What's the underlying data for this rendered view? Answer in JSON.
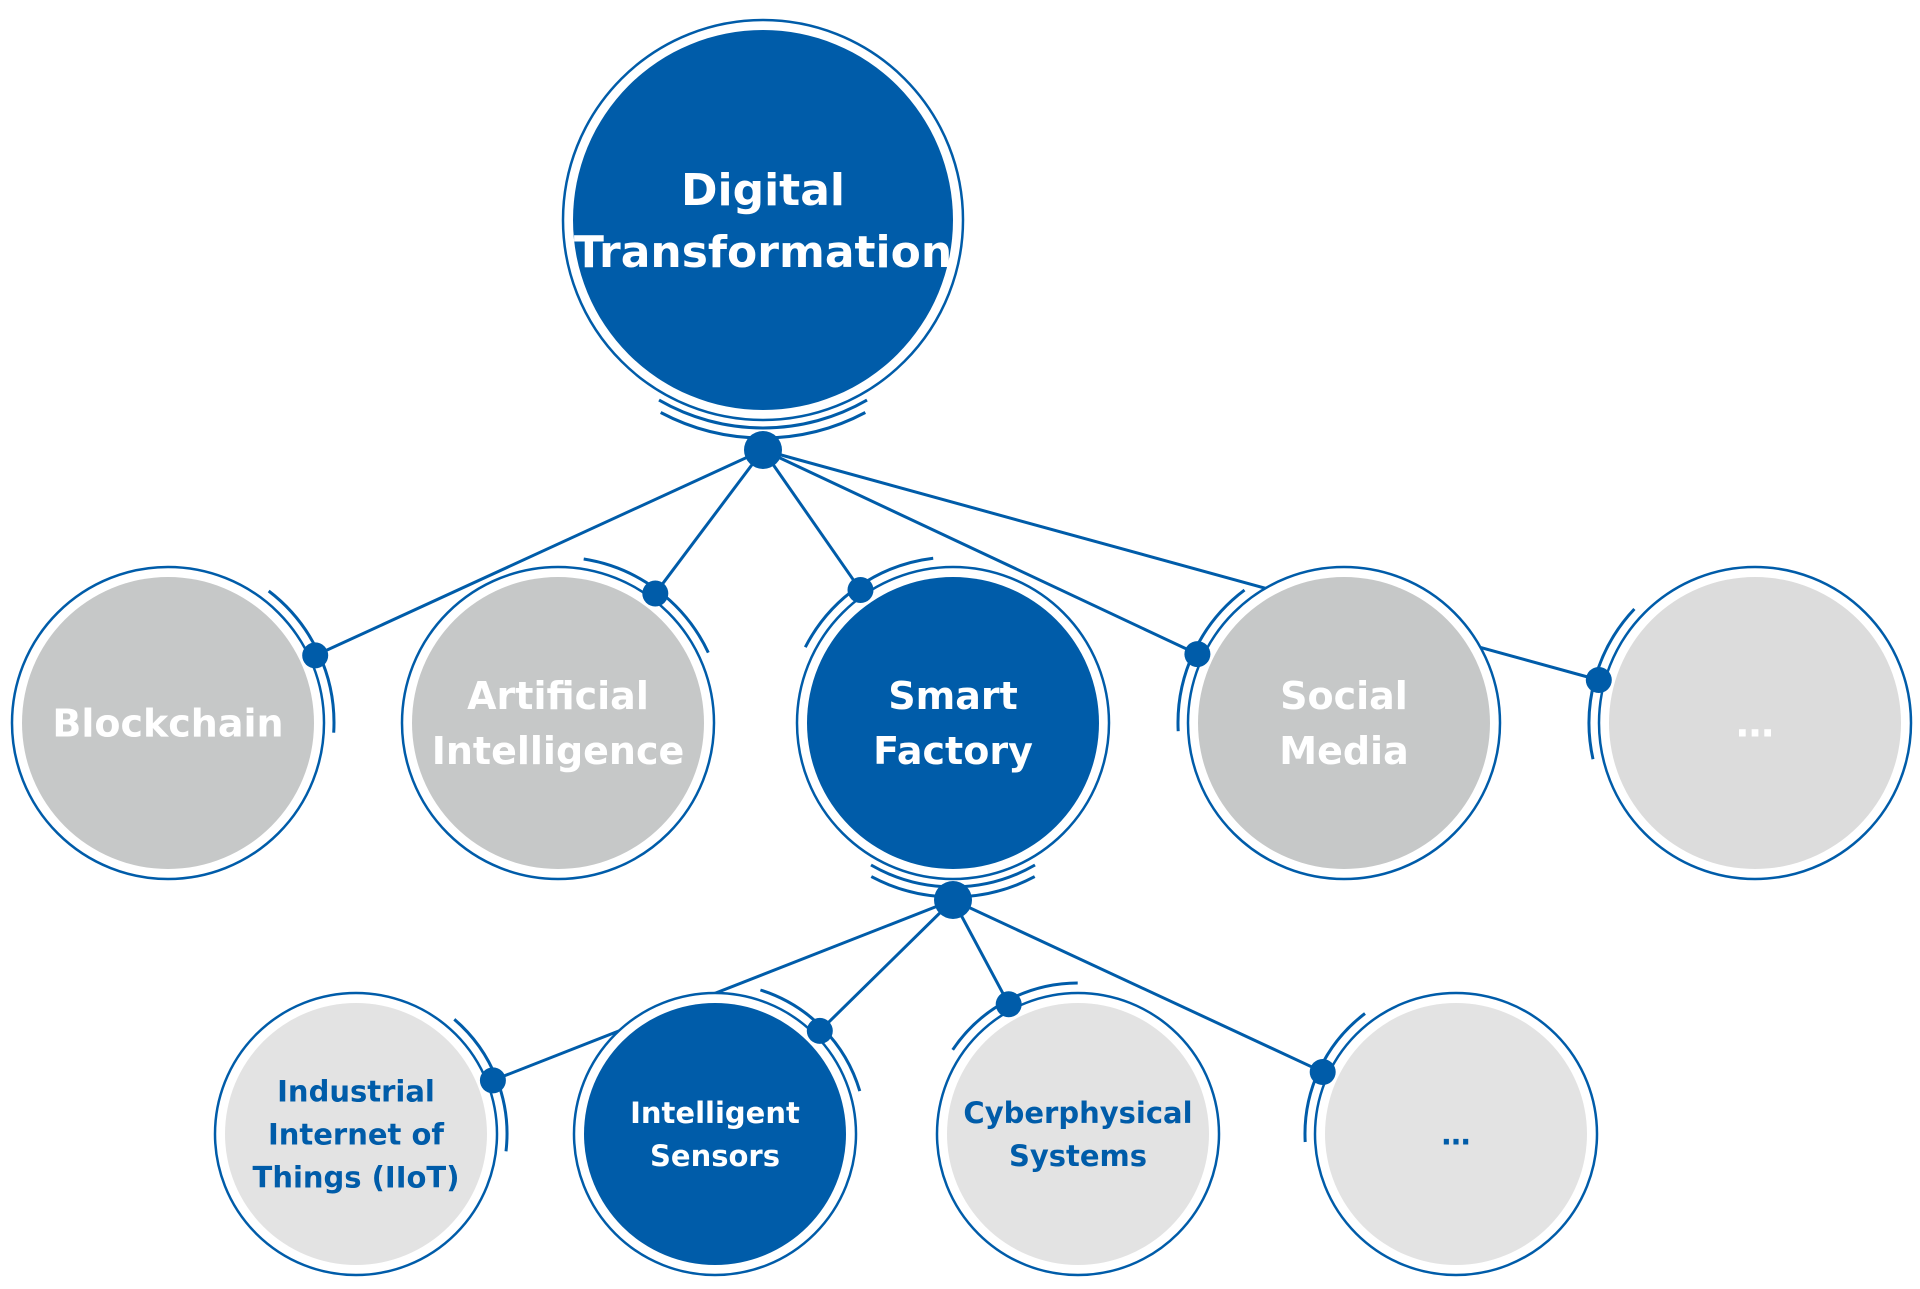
{
  "colors": {
    "primary": "#005CA9",
    "gray_dark": "#C6C8C8",
    "gray_light": "#DCDCDC",
    "gray_lighter": "#E3E3E3",
    "white": "#FFFFFF"
  },
  "nodes": [
    {
      "id": "root",
      "lines": [
        "Digital",
        "Transformation"
      ],
      "fill": "primary",
      "text": "white"
    },
    {
      "id": "blockchain",
      "parent": "root",
      "lines": [
        "Blockchain"
      ],
      "fill": "gray_dark",
      "text": "white"
    },
    {
      "id": "ai",
      "parent": "root",
      "lines": [
        "Artificial",
        "Intelligence"
      ],
      "fill": "gray_dark",
      "text": "white"
    },
    {
      "id": "smart_factory",
      "parent": "root",
      "lines": [
        "Smart",
        "Factory"
      ],
      "fill": "primary",
      "text": "white"
    },
    {
      "id": "social_media",
      "parent": "root",
      "lines": [
        "Social",
        "Media"
      ],
      "fill": "gray_dark",
      "text": "white"
    },
    {
      "id": "more_level1",
      "parent": "root",
      "lines": [
        "…"
      ],
      "fill": "gray_light",
      "text": "white"
    },
    {
      "id": "iiot",
      "parent": "smart_factory",
      "lines": [
        "Industrial",
        "Internet of",
        "Things (IIoT)"
      ],
      "fill": "gray_lighter",
      "text": "primary"
    },
    {
      "id": "sensors",
      "parent": "smart_factory",
      "lines": [
        "Intelligent",
        "Sensors"
      ],
      "fill": "primary",
      "text": "white"
    },
    {
      "id": "cps",
      "parent": "smart_factory",
      "lines": [
        "Cyberphysical",
        "Systems"
      ],
      "fill": "gray_lighter",
      "text": "primary"
    },
    {
      "id": "more_level2",
      "parent": "smart_factory",
      "lines": [
        "…"
      ],
      "fill": "gray_lighter",
      "text": "primary"
    }
  ]
}
